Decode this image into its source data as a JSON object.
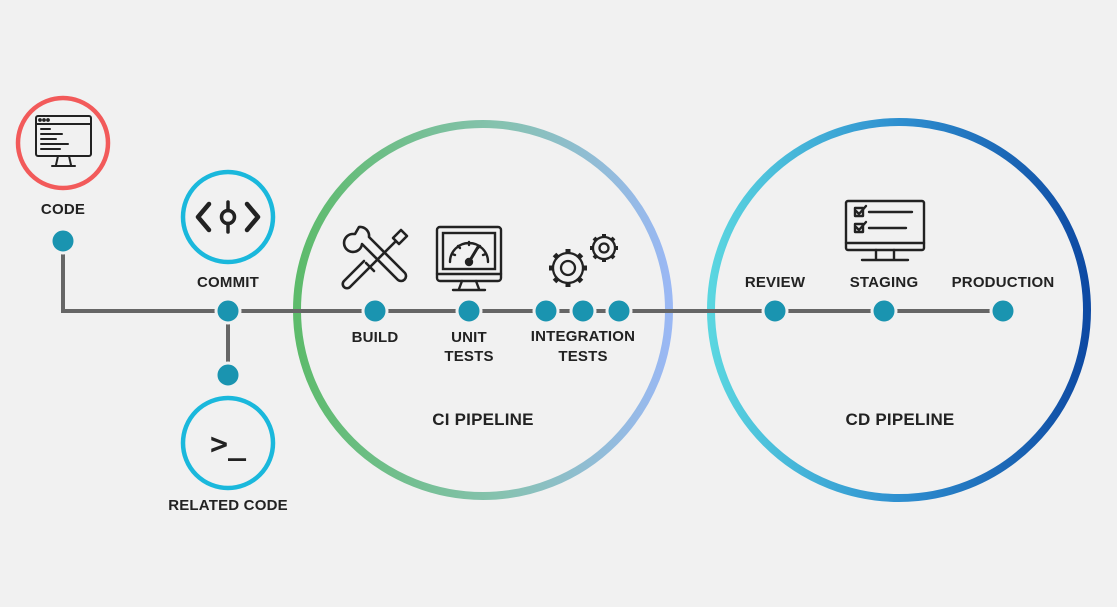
{
  "colors": {
    "line": "#666666",
    "node": "#1a94b0",
    "code_ring": "#f25a5a",
    "commit_ring": "#1ab8dc",
    "ci_ring_start": "#5dbb6b",
    "ci_ring_end": "#9ab8f4",
    "cd_ring_start": "#5ad6e0",
    "cd_ring_end": "#0e4aa3",
    "text": "#222222",
    "background": "#f1f1f1"
  },
  "nodes": {
    "code": {
      "label": "CODE",
      "icon": "code-editor-monitor-icon"
    },
    "commit": {
      "label": "COMMIT",
      "icon": "git-commit-icon"
    },
    "related_code": {
      "label": "RELATED CODE",
      "icon": "terminal-prompt-icon",
      "glyph": ">_"
    },
    "build": {
      "label": "BUILD",
      "icon": "wrench-screwdriver-icon"
    },
    "unit_tests": {
      "label_line1": "UNIT",
      "label_line2": "TESTS",
      "icon": "gauge-monitor-icon"
    },
    "integration_tests": {
      "label_line1": "INTEGRATION",
      "label_line2": "TESTS",
      "icon": "gears-icon"
    },
    "review": {
      "label": "REVIEW"
    },
    "staging": {
      "label": "STAGING",
      "icon": "checklist-monitor-icon"
    },
    "production": {
      "label": "PRODUCTION"
    }
  },
  "groups": {
    "ci": {
      "label": "CI PIPELINE"
    },
    "cd": {
      "label": "CD PIPELINE"
    }
  }
}
